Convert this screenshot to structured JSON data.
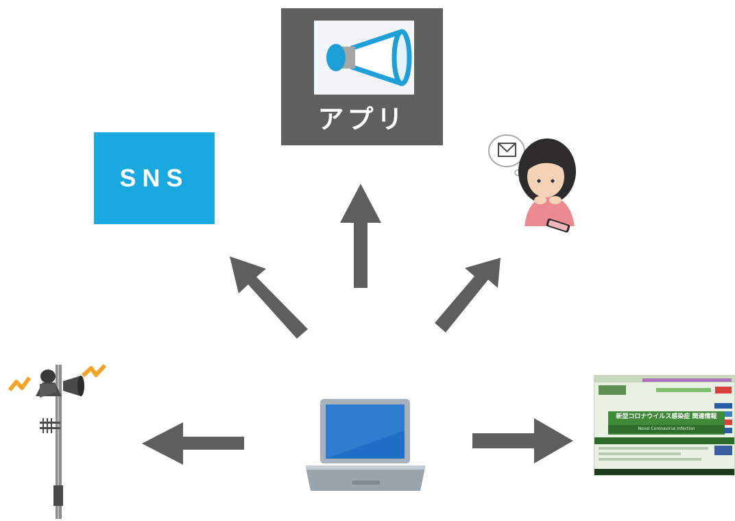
{
  "nodes": {
    "app": {
      "label": "アプリ",
      "box_color": "#5f5f60",
      "icon": "megaphone-icon"
    },
    "sns": {
      "label": "SNS",
      "box_color": "#1aa8e0"
    },
    "email": {
      "icon": "woman-reading-email-icon"
    },
    "siren": {
      "icon": "emergency-loudspeaker-pole-icon"
    },
    "website": {
      "icon": "website-screenshot-icon",
      "banner_text": "新型コロナウイルス感染症 関連情報",
      "subbanner_text": "Novel Coronavirus Infection"
    },
    "center": {
      "icon": "laptop-icon"
    }
  },
  "arrow_color": "#5e5e5e"
}
